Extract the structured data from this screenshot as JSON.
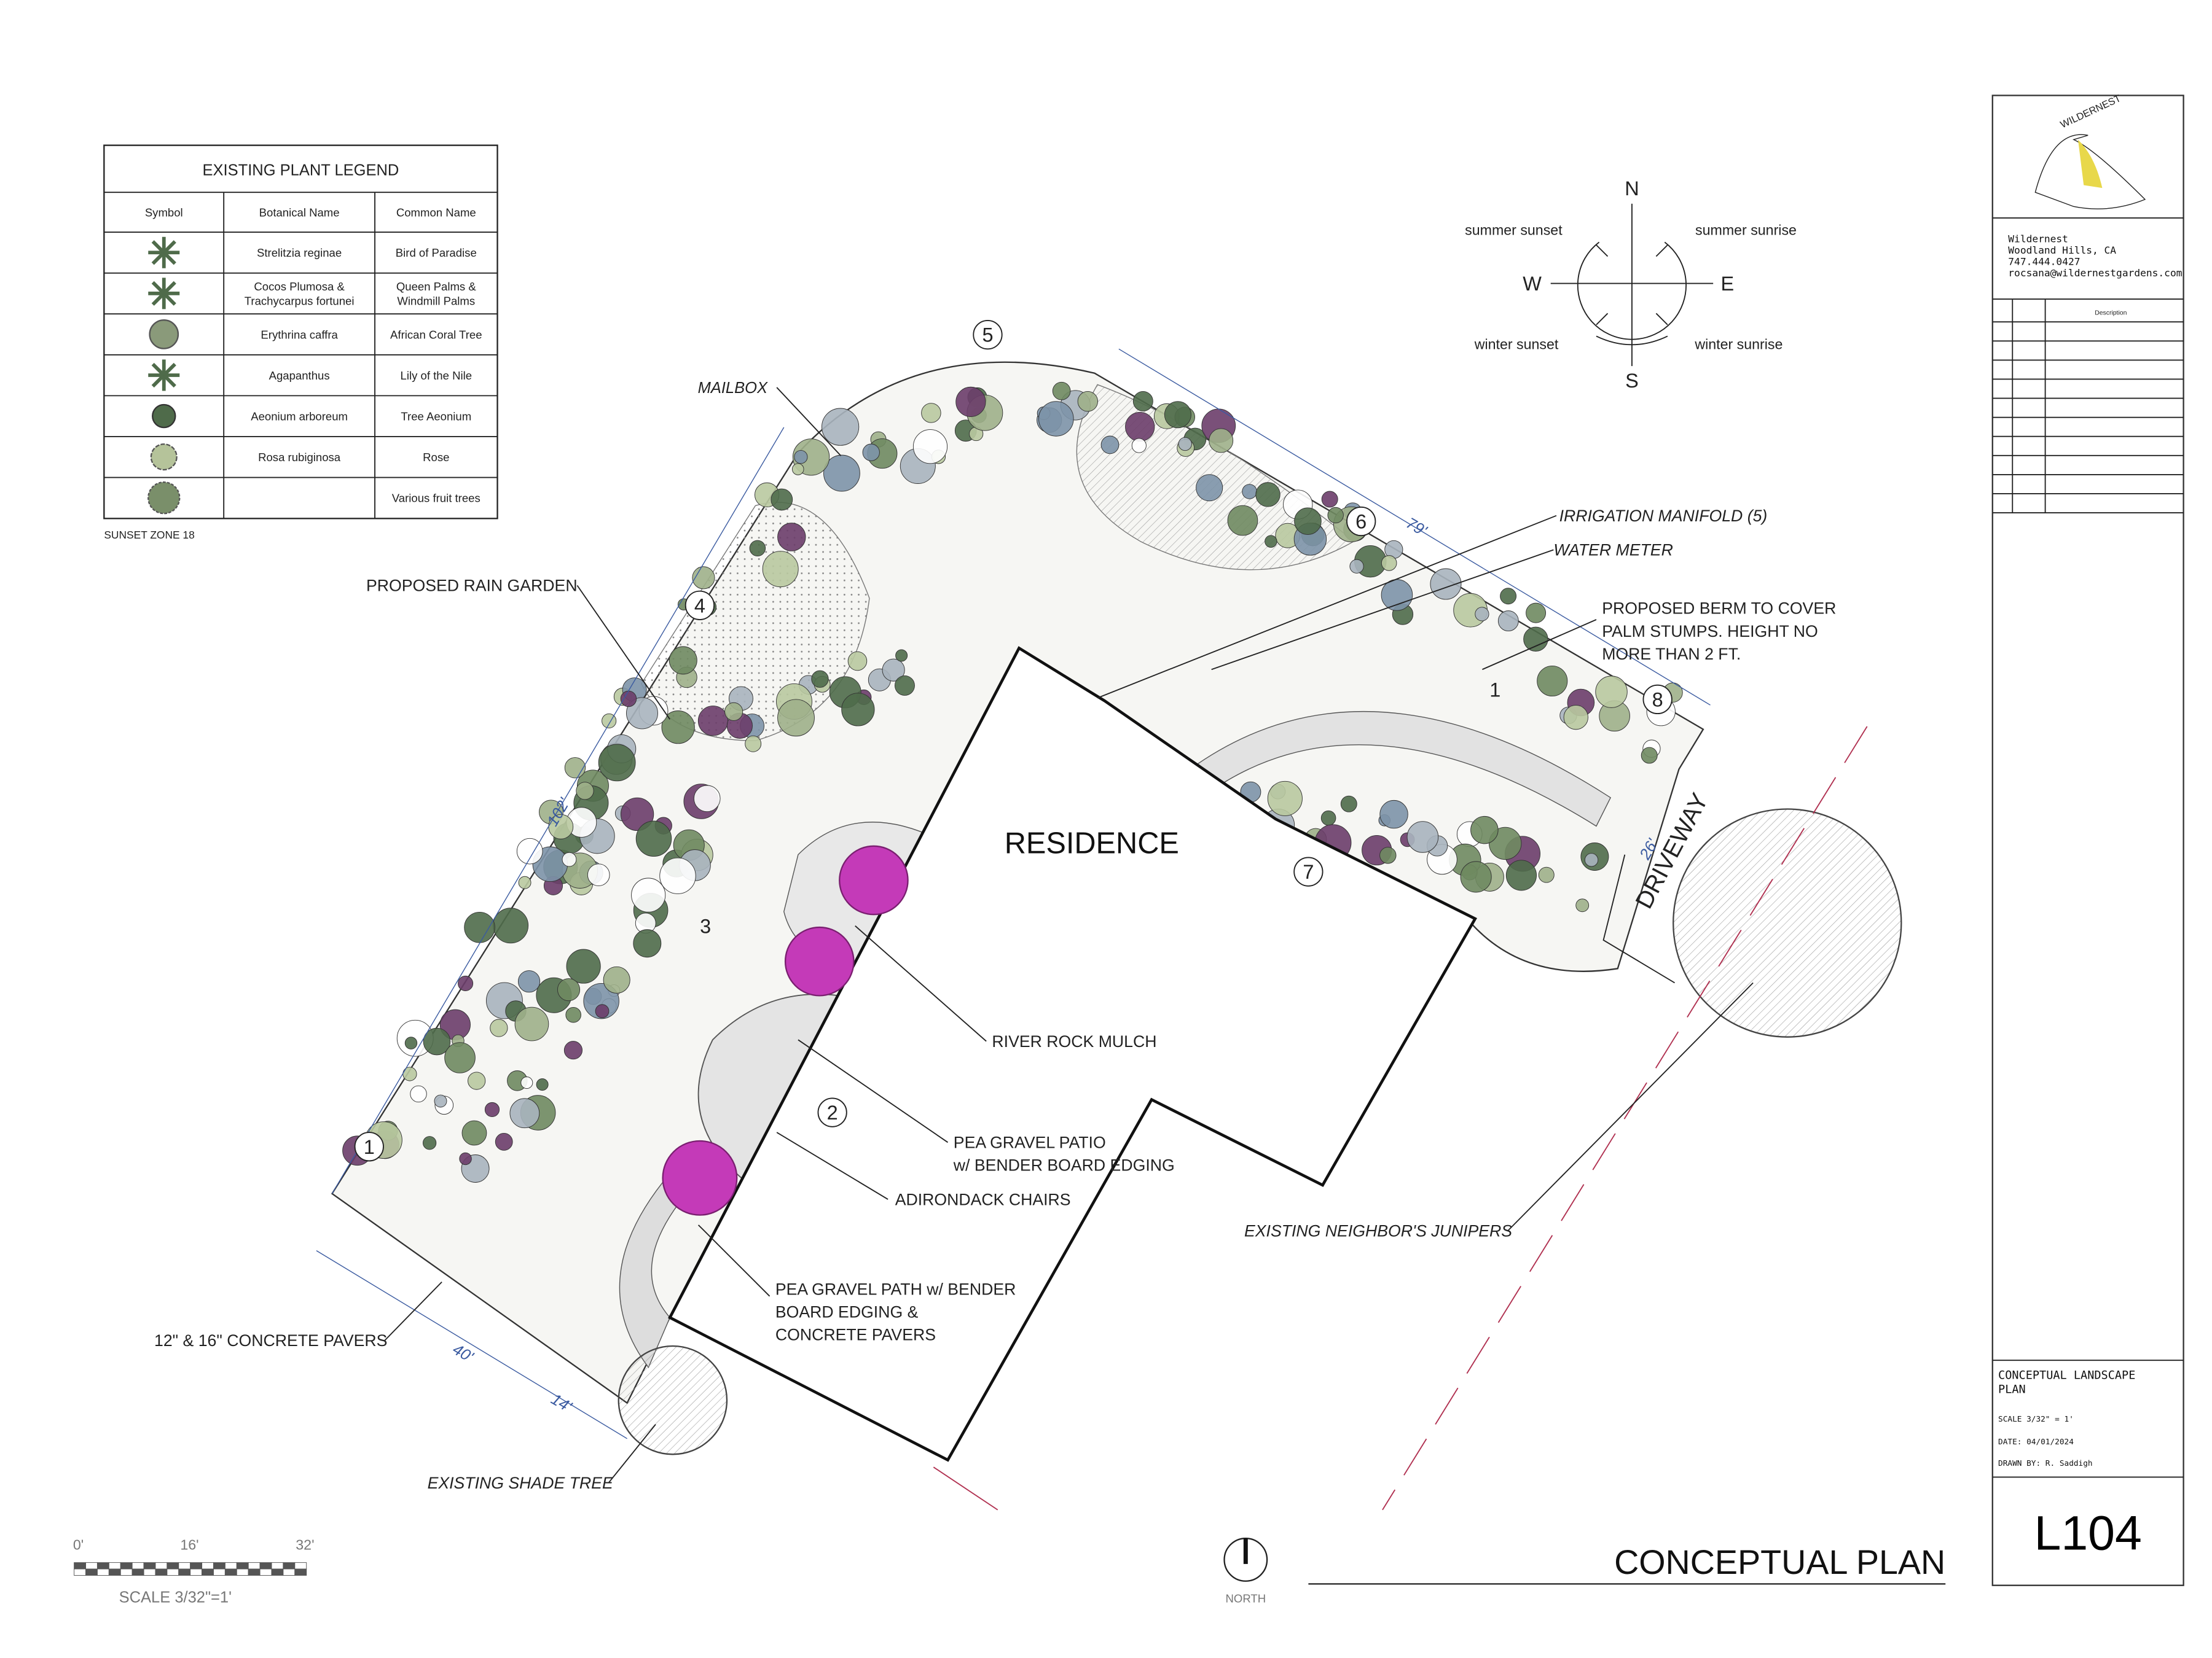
{
  "legend": {
    "title": "EXISTING PLANT LEGEND",
    "headers": [
      "Symbol",
      "Botanical Name",
      "Common Name"
    ],
    "rows": [
      {
        "symbol": "bird-of-paradise-icon",
        "botanical": "Strelitzia reginae",
        "botanical2": "",
        "common": "Bird of Paradise",
        "common2": ""
      },
      {
        "symbol": "palm-icon",
        "botanical": "Cocos Plumosa &",
        "botanical2": "Trachycarpus fortunei",
        "common": "Queen Palms &",
        "common2": "Windmill Palms"
      },
      {
        "symbol": "coral-tree-icon",
        "botanical": "Erythrina caffra",
        "botanical2": "",
        "common": "African Coral Tree",
        "common2": ""
      },
      {
        "symbol": "agapanthus-icon",
        "botanical": "Agapanthus",
        "botanical2": "",
        "common": "Lily of the Nile",
        "common2": ""
      },
      {
        "symbol": "aeonium-icon",
        "botanical": "Aeonium arboreum",
        "botanical2": "",
        "common": "Tree Aeonium",
        "common2": ""
      },
      {
        "symbol": "rose-icon",
        "botanical": "Rosa rubiginosa",
        "botanical2": "",
        "common": "Rose",
        "common2": ""
      },
      {
        "symbol": "fruit-tree-icon",
        "botanical": "",
        "botanical2": "",
        "common": "Various fruit trees",
        "common2": ""
      }
    ],
    "footnote": "SUNSET ZONE 18"
  },
  "compass": {
    "n": "N",
    "s": "S",
    "e": "E",
    "w": "W",
    "summer_sunset": "summer sunset",
    "summer_sunrise": "summer sunrise",
    "winter_sunset": "winter sunset",
    "winter_sunrise": "winter sunrise"
  },
  "callouts": {
    "mailbox": "MAILBOX",
    "rain_garden": "PROPOSED RAIN GARDEN",
    "irrigation": "IRRIGATION MANIFOLD (5)",
    "water_meter": "WATER METER",
    "berm": [
      "PROPOSED BERM TO COVER",
      "PALM STUMPS. HEIGHT NO",
      "MORE THAN 2 FT."
    ],
    "residence": "RESIDENCE",
    "river_rock": "RIVER ROCK MULCH",
    "patio": [
      "PEA GRAVEL PATIO",
      "w/ BENDER BOARD EDGING"
    ],
    "chairs": "ADIRONDACK CHAIRS",
    "junipers": "EXISTING NEIGHBOR'S JUNIPERS",
    "path": [
      "PEA GRAVEL PATH w/ BENDER",
      "BOARD EDGING &",
      "CONCRETE PAVERS"
    ],
    "pavers": "12\" & 16\" CONCRETE PAVERS",
    "shade_tree": "EXISTING SHADE TREE",
    "driveway": "DRIVEWAY"
  },
  "dimensions": {
    "d102": "102'",
    "d79": "79'",
    "d26": "26'",
    "d40": "40'",
    "d14": "14'"
  },
  "markers": [
    "5",
    "6",
    "4",
    "8",
    "1",
    "3",
    "7",
    "2",
    "1"
  ],
  "scale_bar": {
    "t0": "0'",
    "t16": "16'",
    "t32": "32'",
    "label": "SCALE 3/32\"=1'"
  },
  "north": "NORTH",
  "plan_title": "CONCEPTUAL PLAN",
  "title_block": {
    "logo_text": "WILDERNEST",
    "company": "Wildernest",
    "city": "Woodland Hills, CA",
    "phone": "747.444.0427",
    "email": "rocsana@wildernestgardens.com",
    "rev_header": "Description",
    "sheet_title": [
      "CONCEPTUAL LANDSCAPE",
      "PLAN"
    ],
    "scale": "SCALE 3/32\" = 1'",
    "date": "DATE: 04/01/2024",
    "drawn_by": "DRAWN BY: R. Saddigh",
    "sheet_number": "L104"
  },
  "colors": {
    "accent_magenta": "#c43ab8",
    "plant_green": "#5e7a55",
    "dimension_blue": "#3a5aa0",
    "logo_yellow": "#e8d84a"
  }
}
